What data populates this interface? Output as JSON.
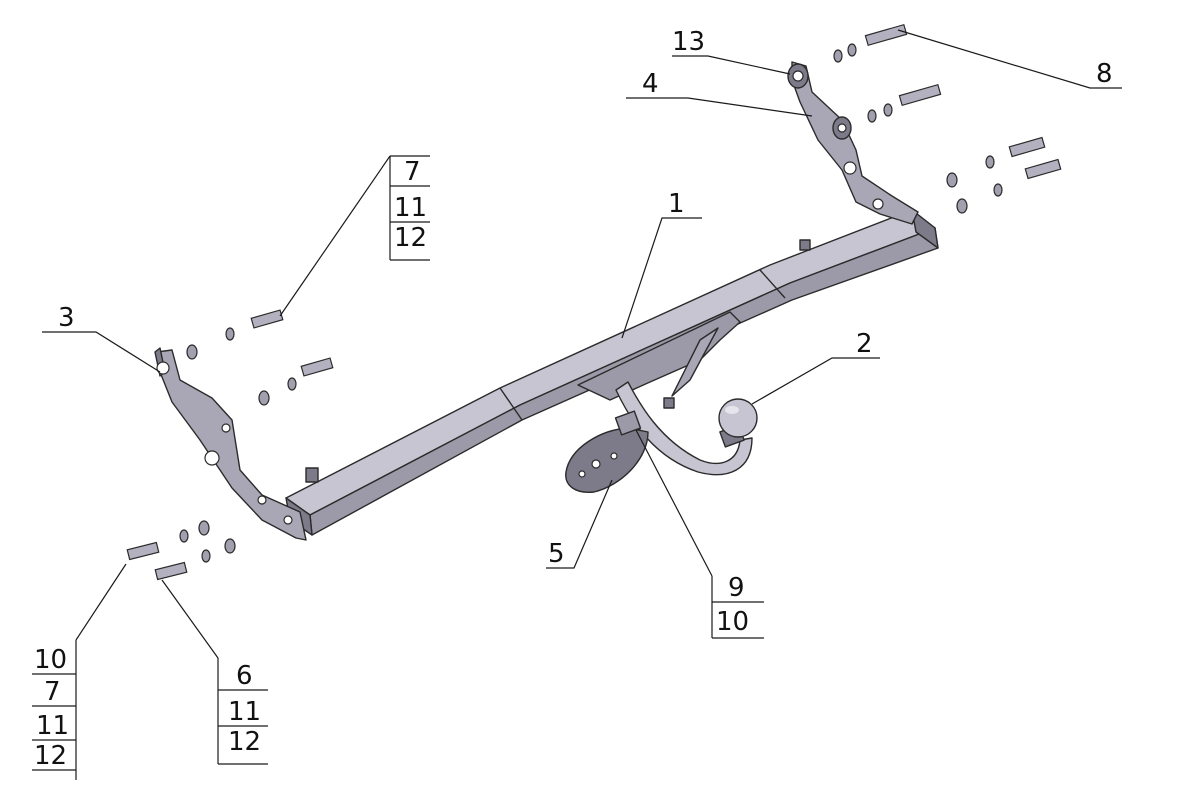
{
  "callouts": {
    "c1": "1",
    "c2": "2",
    "c3": "3",
    "c4": "4",
    "c5": "5",
    "c8": "8",
    "c13": "13"
  },
  "stacks": {
    "upper_left": [
      "7",
      "11",
      "12"
    ],
    "lower_left": [
      "10",
      "7",
      "11",
      "12"
    ],
    "lower_mid": [
      "6",
      "11",
      "12"
    ],
    "ball_mount": [
      "9",
      "10"
    ]
  }
}
